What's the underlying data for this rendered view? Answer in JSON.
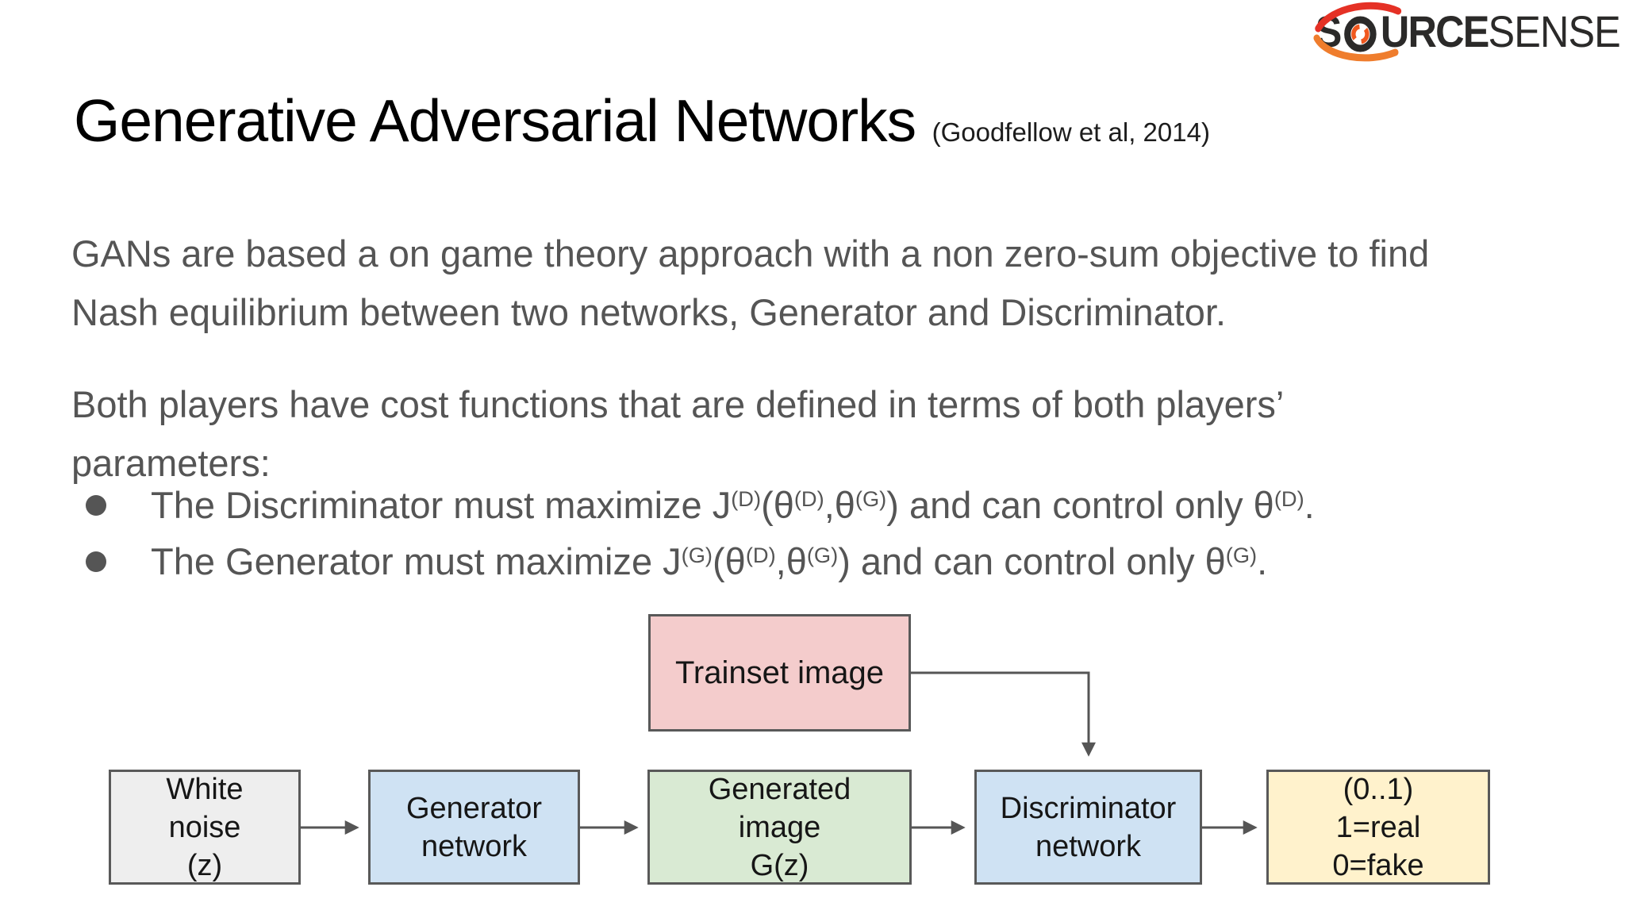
{
  "logo": {
    "bold_prefix": "S",
    "bold_rest": "URCE",
    "light": "SENSE",
    "text_color": "#2b2a29",
    "accent_red": "#e53125",
    "accent_orange": "#ef7d2d"
  },
  "title": {
    "text": "Generative Adversarial Networks",
    "annotation": "(Goodfellow et al, 2014)"
  },
  "paragraphs": [
    {
      "lines": [
        "GANs are based a on game theory approach with a non zero-sum objective to find",
        "Nash equilibrium between two networks, Generator and Discriminator."
      ]
    },
    {
      "lines": [
        "Both players have cost functions that are defined in terms of both players’",
        "parameters:"
      ]
    }
  ],
  "bullets": [
    {
      "segments": [
        {
          "t": "The Discriminator must maximize J"
        },
        {
          "sup": "(D)"
        },
        {
          "t": "(θ"
        },
        {
          "sup": "(D)"
        },
        {
          "t": ",θ"
        },
        {
          "sup": "(G)"
        },
        {
          "t": ") and can control only θ"
        },
        {
          "sup": "(D)"
        },
        {
          "t": "."
        }
      ]
    },
    {
      "segments": [
        {
          "t": "The Generator must maximize J"
        },
        {
          "sup": "(G)"
        },
        {
          "t": "(θ"
        },
        {
          "sup": "(D)"
        },
        {
          "t": ",θ"
        },
        {
          "sup": "(G)"
        },
        {
          "t": ") and can control only θ"
        },
        {
          "sup": "(G)"
        },
        {
          "t": "."
        }
      ]
    }
  ],
  "diagram": {
    "trainset_box": {
      "label": "Trainset image",
      "fill": "#f4cccc"
    },
    "boxes": [
      {
        "name": "white-noise",
        "lines": [
          "White",
          "noise",
          "(z)"
        ],
        "fill": "#eeeeee"
      },
      {
        "name": "generator-network",
        "lines": [
          "Generator",
          "network"
        ],
        "fill": "#cfe2f3"
      },
      {
        "name": "generated-image",
        "lines": [
          "Generated",
          "image",
          "G(z)"
        ],
        "fill": "#d9ead3"
      },
      {
        "name": "discriminator-network",
        "lines": [
          "Discriminator",
          "network"
        ],
        "fill": "#cfe2f3"
      },
      {
        "name": "output-score",
        "lines": [
          "(0..1)",
          "1=real",
          "0=fake"
        ],
        "fill": "#fff2cc"
      }
    ],
    "border_color": "#595959",
    "arrow_color": "#555555"
  },
  "colors": {
    "background": "#ffffff",
    "body_text": "#555555",
    "title_text": "#000000"
  }
}
